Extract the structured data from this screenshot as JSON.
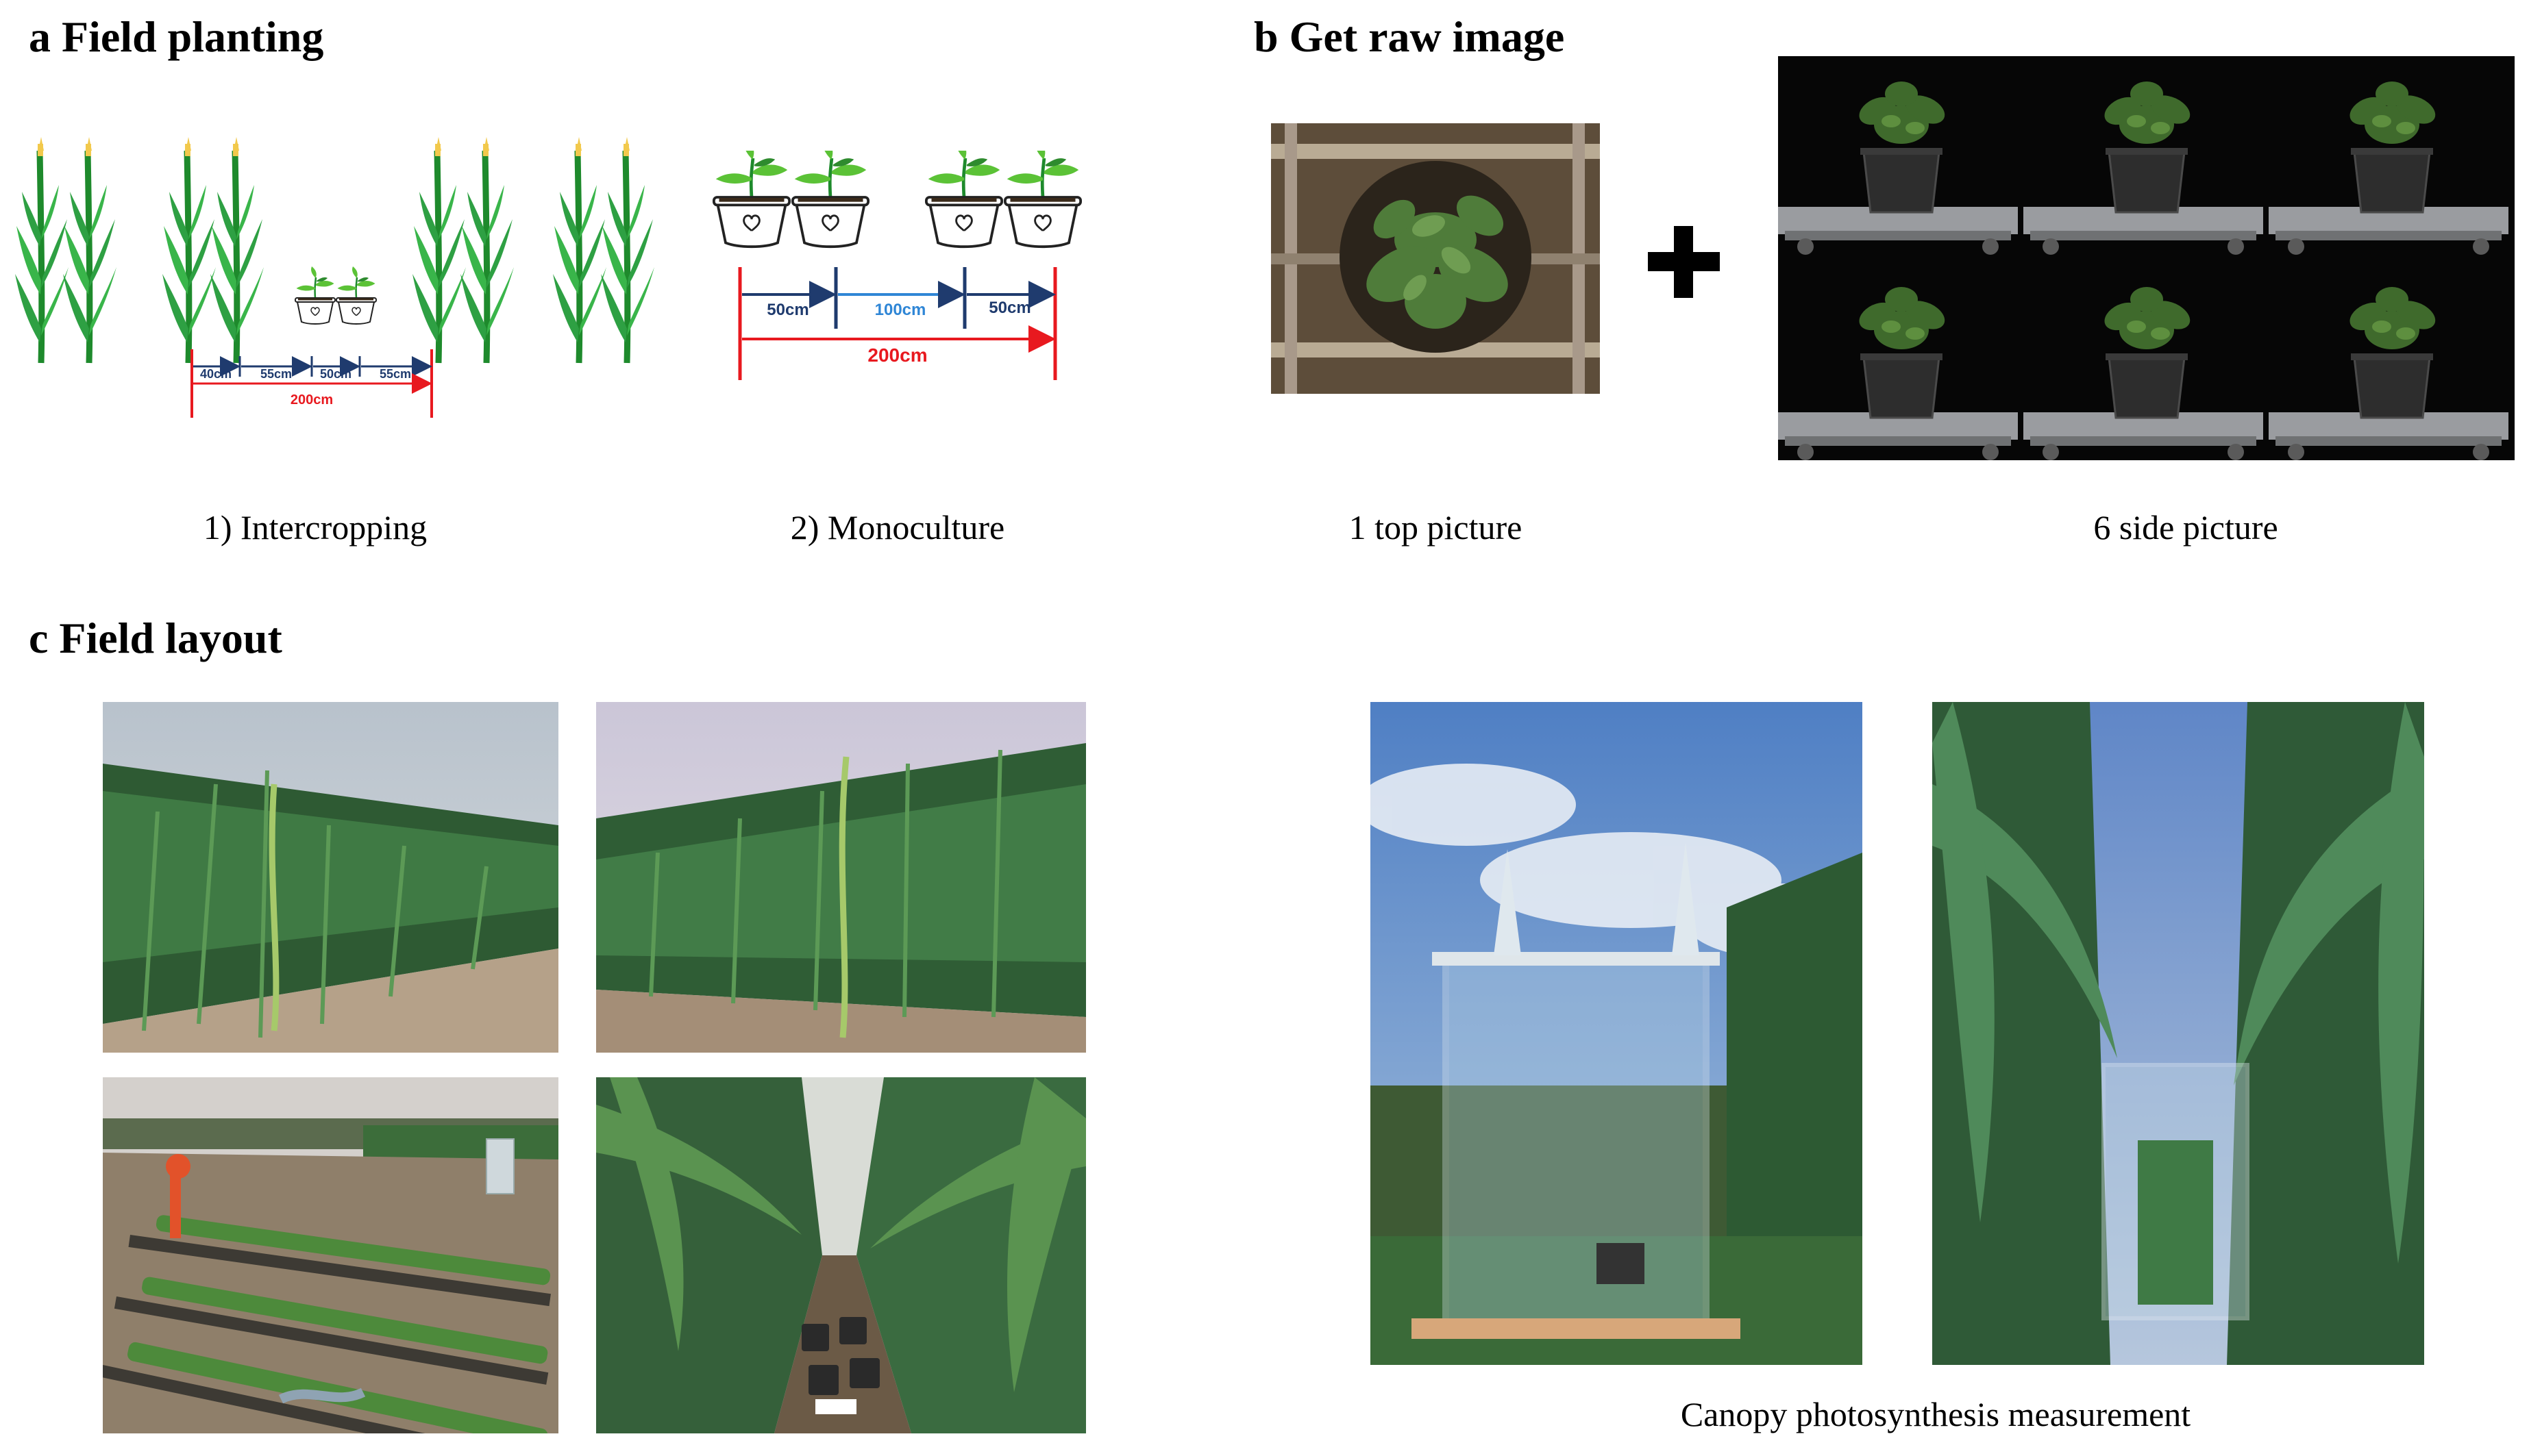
{
  "panel_a": {
    "title": "a Field planting",
    "intercropping": {
      "caption": "1) Intercropping",
      "dims": [
        "40cm",
        "55cm",
        "50cm",
        "55cm"
      ],
      "total": "200cm"
    },
    "monoculture": {
      "caption": "2) Monoculture",
      "dims": [
        "50cm",
        "100cm",
        "50cm"
      ],
      "total": "200cm"
    }
  },
  "panel_b": {
    "title": "b Get raw image",
    "top_caption": "1 top picture",
    "side_caption": "6 side picture"
  },
  "panel_c": {
    "title": "c Field layout",
    "canopy_caption": "Canopy photosynthesis measurement"
  },
  "colors": {
    "total_dim": "#e8191f",
    "mid_dim": "#2f86d6",
    "dim_line": "#1f3b6e",
    "leaf": "#39b54a",
    "stalk": "#1e8a2c"
  }
}
